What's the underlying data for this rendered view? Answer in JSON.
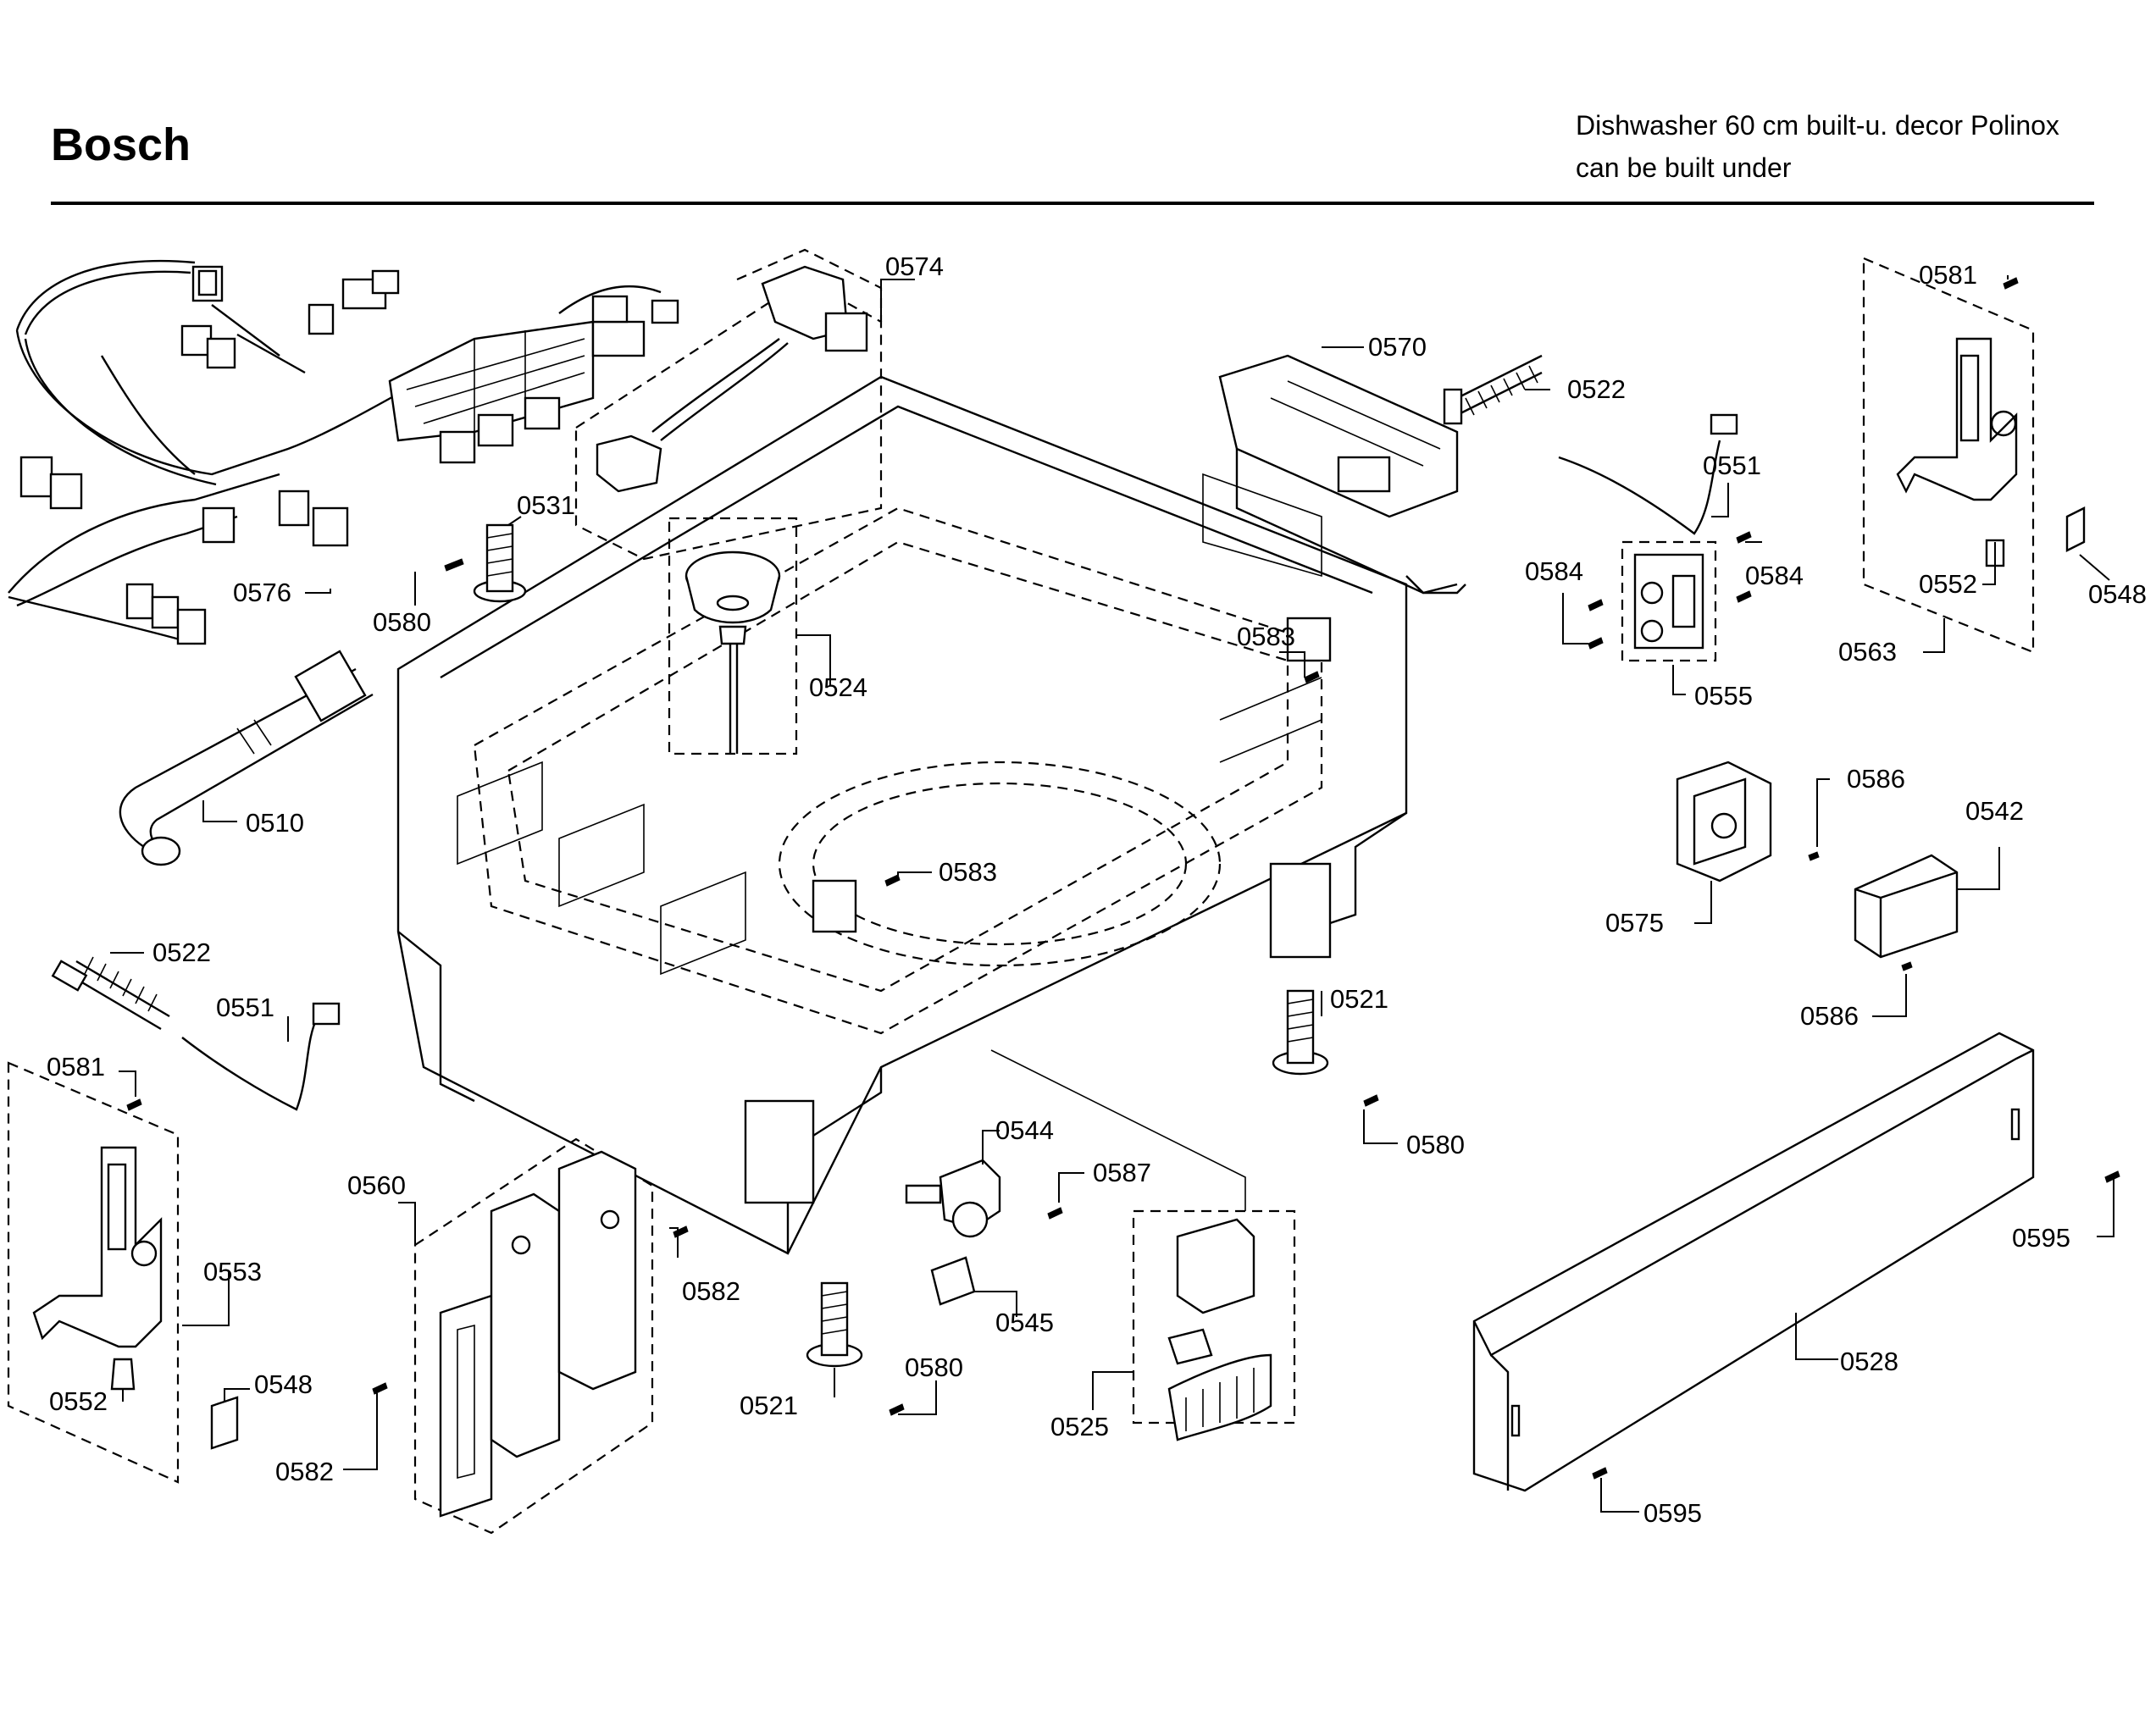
{
  "header": {
    "brand": "Bosch",
    "description_line1": "Dishwasher 60 cm built-u. decor Polinox",
    "description_line2": "can be built under"
  },
  "callouts": [
    {
      "id": "c0574",
      "text": "0574"
    },
    {
      "id": "c0570",
      "text": "0570"
    },
    {
      "id": "c0522a",
      "text": "0522"
    },
    {
      "id": "c0551a",
      "text": "0551"
    },
    {
      "id": "c0581a",
      "text": "0581"
    },
    {
      "id": "c0552a",
      "text": "0552"
    },
    {
      "id": "c0548a",
      "text": "0548"
    },
    {
      "id": "c0563",
      "text": "0563"
    },
    {
      "id": "c0584a",
      "text": "0584"
    },
    {
      "id": "c0584b",
      "text": "0584"
    },
    {
      "id": "c0555",
      "text": "0555"
    },
    {
      "id": "c0583a",
      "text": "0583"
    },
    {
      "id": "c0531",
      "text": "0531"
    },
    {
      "id": "c0576",
      "text": "0576"
    },
    {
      "id": "c0580a",
      "text": "0580"
    },
    {
      "id": "c0524",
      "text": "0524"
    },
    {
      "id": "c0510",
      "text": "0510"
    },
    {
      "id": "c0583b",
      "text": "0583"
    },
    {
      "id": "c0586a",
      "text": "0586"
    },
    {
      "id": "c0542",
      "text": "0542"
    },
    {
      "id": "c0575",
      "text": "0575"
    },
    {
      "id": "c0586b",
      "text": "0586"
    },
    {
      "id": "c0522b",
      "text": "0522"
    },
    {
      "id": "c0551b",
      "text": "0551"
    },
    {
      "id": "c0521a",
      "text": "0521"
    },
    {
      "id": "c0581b",
      "text": "0581"
    },
    {
      "id": "c0580b",
      "text": "0580"
    },
    {
      "id": "c0544",
      "text": "0544"
    },
    {
      "id": "c0587",
      "text": "0587"
    },
    {
      "id": "c0560",
      "text": "0560"
    },
    {
      "id": "c0553",
      "text": "0553"
    },
    {
      "id": "c0582a",
      "text": "0582"
    },
    {
      "id": "c0545",
      "text": "0545"
    },
    {
      "id": "c0595a",
      "text": "0595"
    },
    {
      "id": "c0548b",
      "text": "0548"
    },
    {
      "id": "c0552b",
      "text": "0552"
    },
    {
      "id": "c0521b",
      "text": "0521"
    },
    {
      "id": "c0580c",
      "text": "0580"
    },
    {
      "id": "c0528",
      "text": "0528"
    },
    {
      "id": "c0525",
      "text": "0525"
    },
    {
      "id": "c0582b",
      "text": "0582"
    },
    {
      "id": "c0595b",
      "text": "0595"
    }
  ]
}
